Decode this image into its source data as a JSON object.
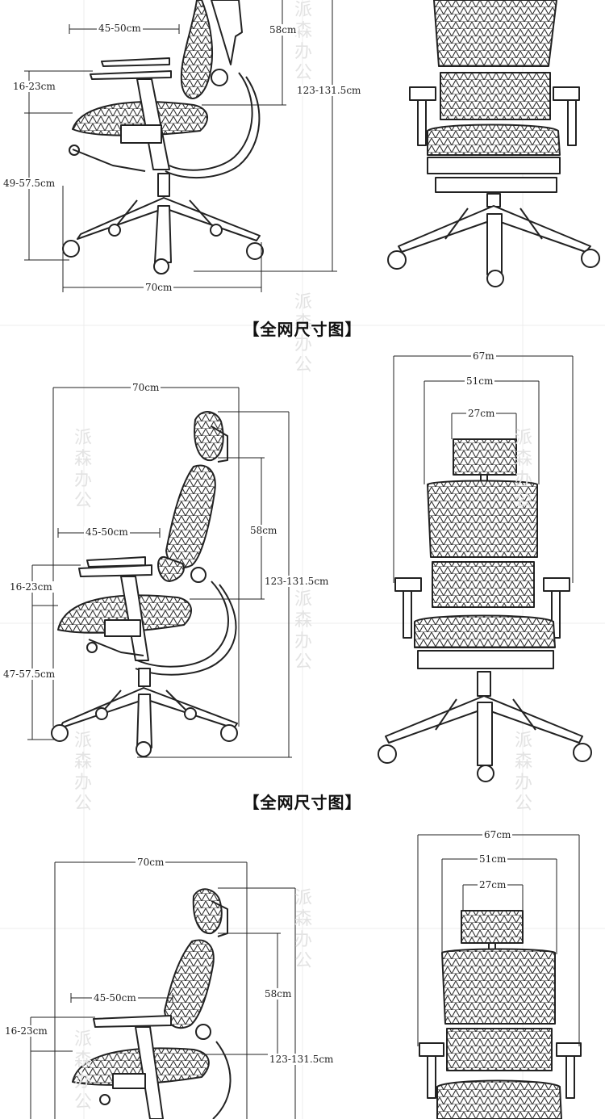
{
  "watermark": "派森办公",
  "sections": [
    {
      "dims": {
        "armrest_depth": "45-50cm",
        "backrest": "58cm",
        "armrest_height": "16-23cm",
        "total_height": "123-131.5cm",
        "seat_height": "49-57.5cm",
        "base_width": "70cm"
      }
    },
    {
      "title": "【全网尺寸图】",
      "dims": {
        "total_depth": "70cm",
        "backrest": "58cm",
        "armrest_depth": "45-50cm",
        "armrest_height": "16-23cm",
        "total_height": "123-131.5cm",
        "seat_height": "47-57.5cm",
        "overall_width": "67m",
        "seat_width": "51cm",
        "headrest_width": "27cm"
      }
    },
    {
      "title": "【全网尺寸图】",
      "dims": {
        "total_depth": "70cm",
        "backrest": "58cm",
        "armrest_depth": "45-50cm",
        "armrest_height": "16-23cm",
        "total_height": "123-131.5cm",
        "overall_width": "67cm",
        "seat_width": "51cm",
        "headrest_width": "27cm"
      }
    }
  ]
}
